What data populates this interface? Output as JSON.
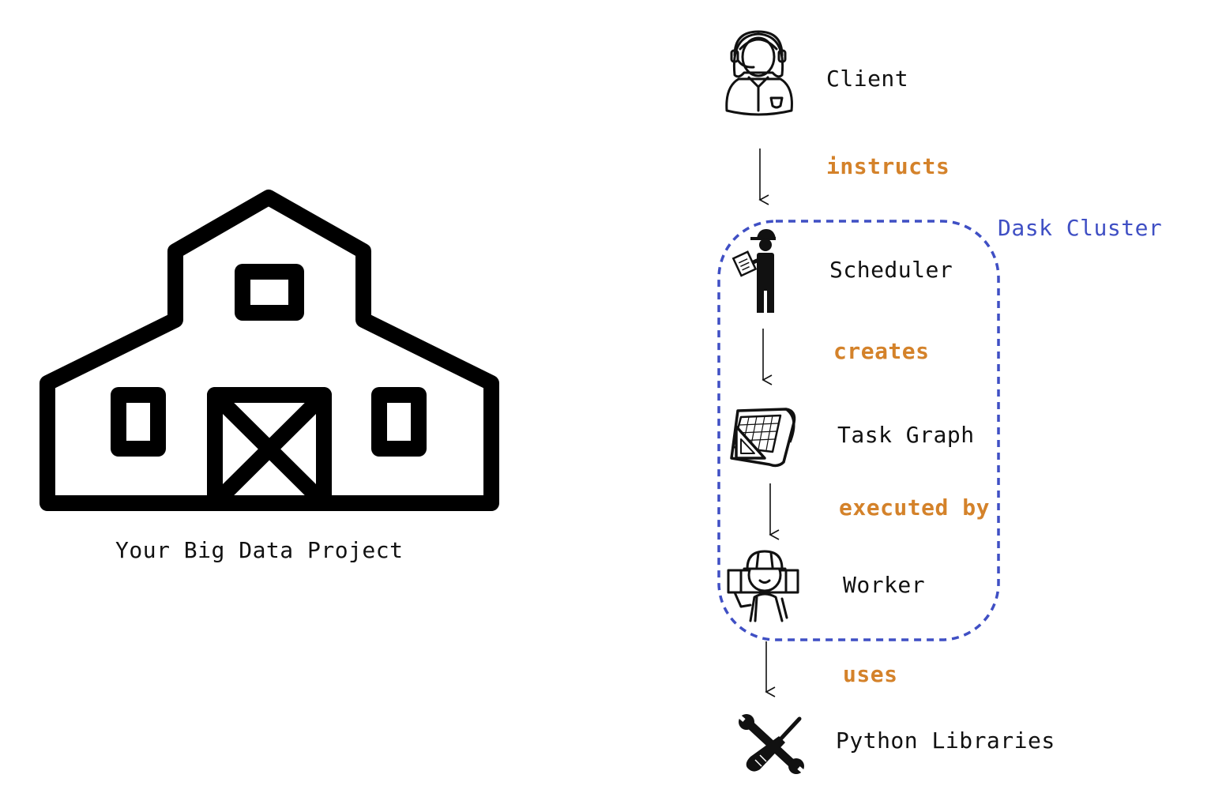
{
  "colors": {
    "ink": "#111111",
    "edge_label": "#d4822a",
    "cluster": "#3f4fc4"
  },
  "project": {
    "icon": "barn-icon",
    "label": "Your Big Data Project"
  },
  "cluster": {
    "label": "Dask Cluster"
  },
  "nodes": [
    {
      "id": "client",
      "label": "Client",
      "icon": "call-center-agent-icon"
    },
    {
      "id": "scheduler",
      "label": "Scheduler",
      "icon": "supervisor-with-clipboard-icon"
    },
    {
      "id": "task_graph",
      "label": "Task Graph",
      "icon": "blueprint-icon"
    },
    {
      "id": "worker",
      "label": "Worker",
      "icon": "construction-worker-icon"
    },
    {
      "id": "python_libraries",
      "label": "Python Libraries",
      "icon": "wrench-screwdriver-icon"
    }
  ],
  "edges": [
    {
      "from": "client",
      "to": "scheduler",
      "label": "instructs"
    },
    {
      "from": "scheduler",
      "to": "task_graph",
      "label": "creates"
    },
    {
      "from": "task_graph",
      "to": "worker",
      "label": "executed by"
    },
    {
      "from": "worker",
      "to": "python_libraries",
      "label": "uses"
    }
  ]
}
